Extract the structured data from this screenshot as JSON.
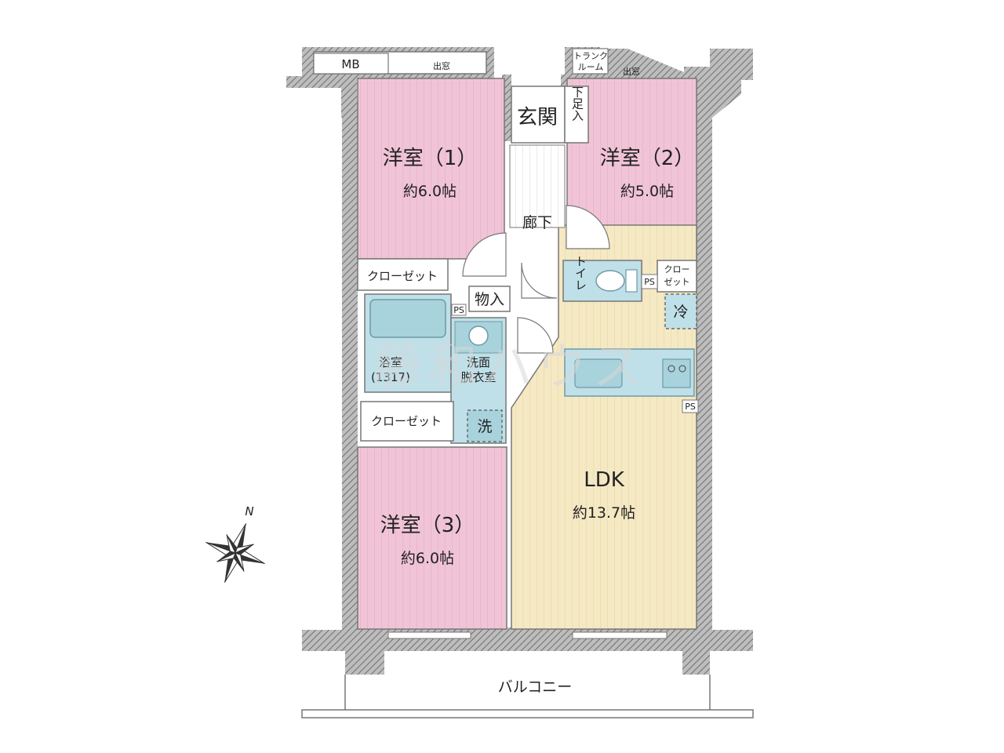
{
  "rooms": {
    "western1": {
      "name": "洋室（1）",
      "size": "約6.0帖"
    },
    "western2": {
      "name": "洋室（2）",
      "size": "約5.0帖"
    },
    "western3": {
      "name": "洋室（3）",
      "size": "約6.0帖"
    },
    "ldk": {
      "name": "LDK",
      "size": "約13.7帖"
    },
    "entrance": "玄関",
    "shoe_storage": "下足入",
    "corridor": "廊下",
    "toilet": "トイレ",
    "bath": {
      "name": "浴室",
      "spec": "(1317)"
    },
    "washroom": {
      "line1": "洗面",
      "line2": "脱衣室"
    },
    "storage": "物入",
    "balcony": "バルコニー"
  },
  "labels": {
    "mb": "MB",
    "bay_window": "出窓",
    "trunk_room": {
      "line1": "トランク",
      "line2": "ルーム"
    },
    "closet": "クローゼット",
    "closet_small": {
      "line1": "クロー",
      "line2": "ゼット"
    },
    "ps": "PS",
    "fridge": "冷",
    "washer": "洗"
  },
  "compass": {
    "north": "N"
  },
  "watermark": "藤和ハウス",
  "colors": {
    "bedroom": "#f0c4d6",
    "ldk": "#f5e9c4",
    "wet": "#bfe0e8",
    "wall": "#8a8a8a",
    "corridor": "#ffffff"
  }
}
